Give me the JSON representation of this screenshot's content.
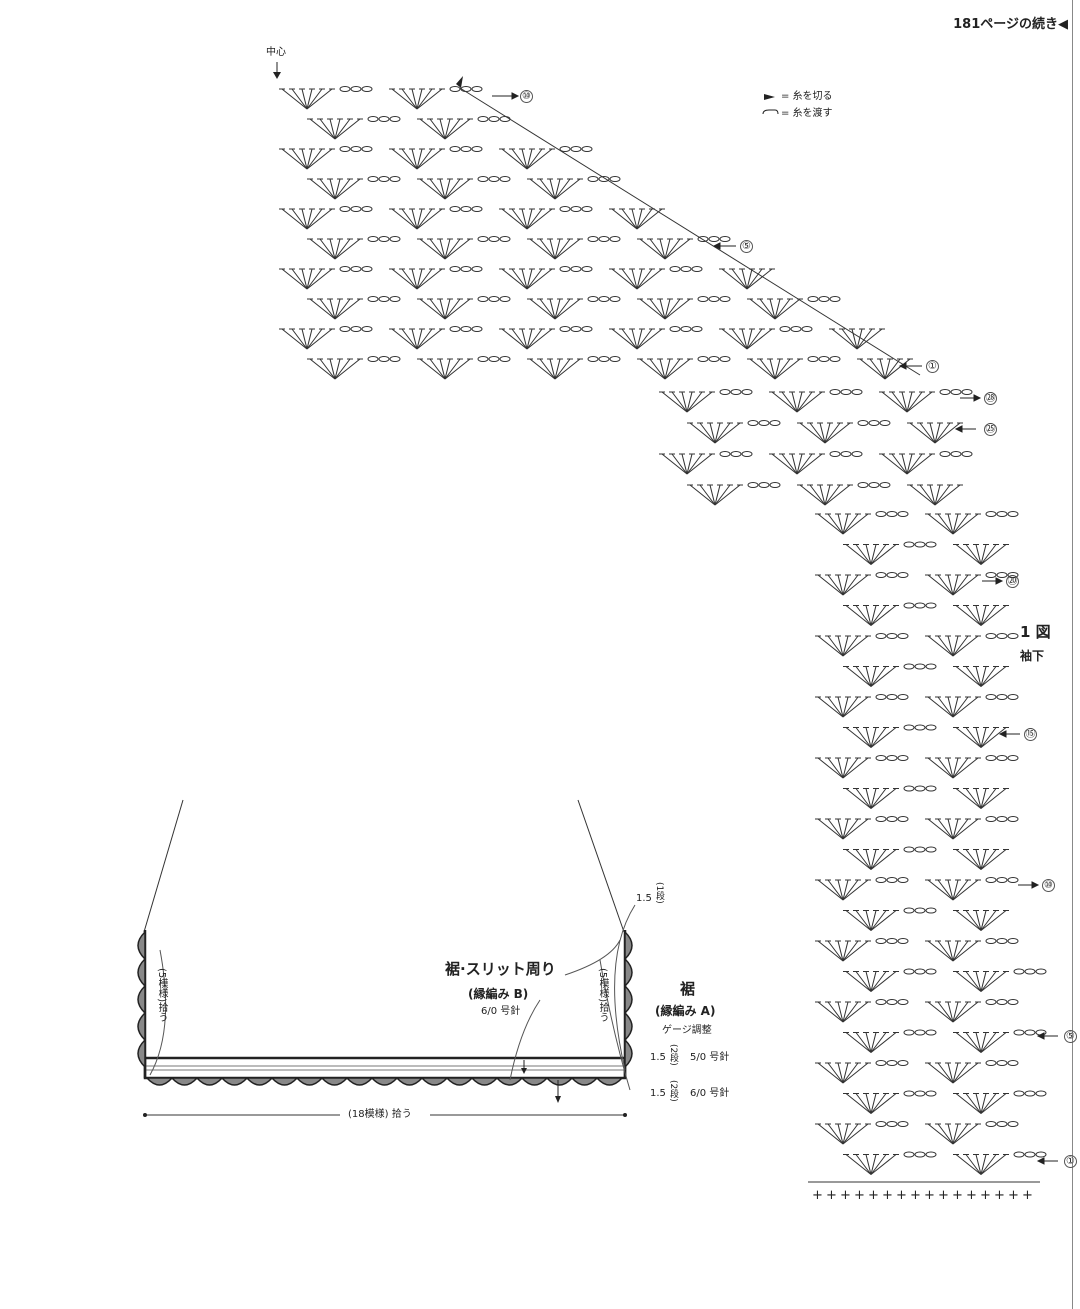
{
  "header": {
    "continued": "181ページの続き◀"
  },
  "legend": [
    {
      "icon": "cut-yarn-arrowhead",
      "label": "= 糸を切る"
    },
    {
      "icon": "carry-yarn-hook",
      "label": "= 糸を渡す"
    }
  ],
  "yoke": {
    "center_label": "中心",
    "row_labels": [
      "⑩",
      "⑤",
      "①"
    ]
  },
  "sleeve": {
    "title": "1 図",
    "subtitle": "袖下",
    "row_labels": [
      "㉘",
      "㉕",
      "⑳",
      "⑮",
      "⑩",
      "⑤",
      "①"
    ]
  },
  "hem": {
    "left_side_pickup": "(5模様)拾う",
    "right_side_pickup": "(5模様)拾う",
    "bottom_pickup": "(18模様) 拾う",
    "edge_b_title": "裾·スリット周り",
    "edge_b_pattern": "(縁編み B)",
    "edge_b_needle": "6/0 号針",
    "edge_a_title": "裾",
    "edge_a_pattern": "(縁編み A)",
    "edge_a_note": "ゲージ調整",
    "dim_top": {
      "value": "1.5",
      "rows": "(1段)"
    },
    "dim_mid": {
      "value": "1.5",
      "rows": "(2段)",
      "needle": "5/0 号針"
    },
    "dim_bot": {
      "value": "1.5",
      "rows": "(2段)",
      "needle": "6/0 号針"
    }
  }
}
